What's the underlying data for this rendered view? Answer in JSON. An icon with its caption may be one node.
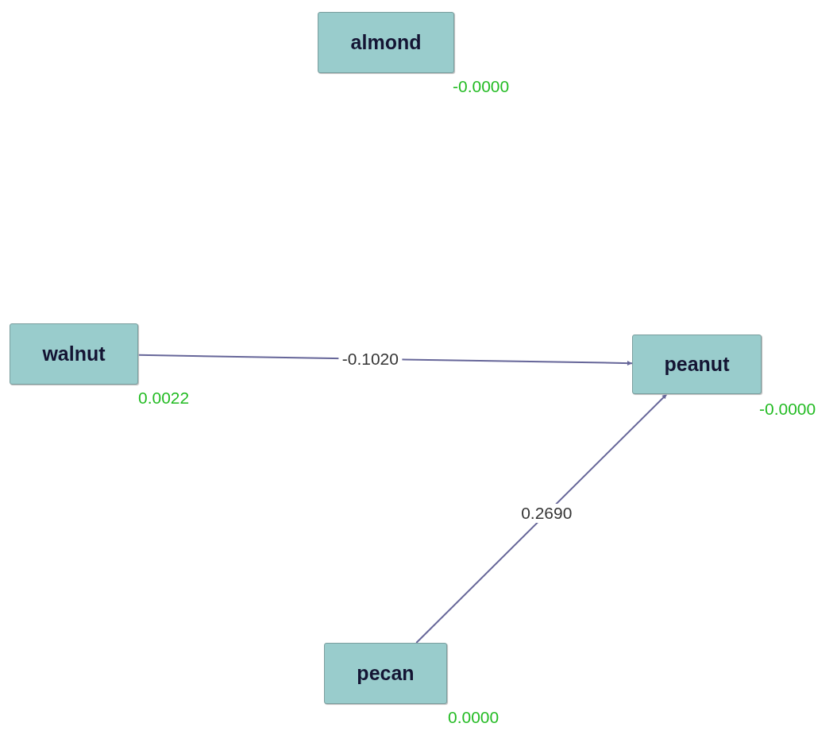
{
  "diagram": {
    "nodes": [
      {
        "text": [
          "almond"
        ],
        "beside": [
          "-0.0000"
        ]
      },
      {
        "text": [
          "walnut"
        ],
        "beside": [
          "0.0022"
        ]
      },
      {
        "text": [
          "peanut"
        ],
        "beside": [
          "-0.0000"
        ]
      },
      {
        "text": [
          "pecan"
        ],
        "beside": [
          "0.0000"
        ]
      }
    ],
    "edges": [
      {
        "from": 1,
        "to": 2,
        "arrow": "to",
        "label": "-0.1020"
      },
      {
        "from": 3,
        "to": 2,
        "arrow": "to",
        "label": "0.2690"
      }
    ]
  }
}
